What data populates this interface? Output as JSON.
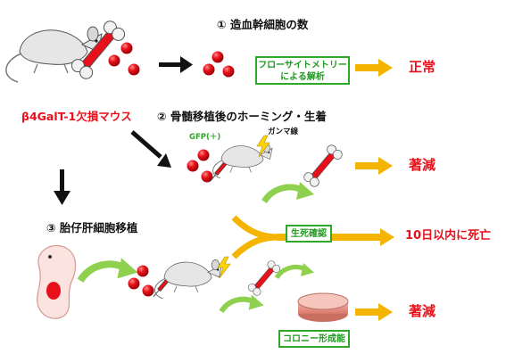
{
  "steps": {
    "step1": "① 造血幹細胞の数",
    "step2": "② 骨髄移植後のホーミング・生着",
    "step3": "③ 胎仔肝細胞移植"
  },
  "mouse_label": "β4GalT-1欠損マウス",
  "flow_box": {
    "line1": "フローサイトメトリー",
    "line2": "による解析"
  },
  "result_normal": "正常",
  "gfp_label": "GFP(＋)",
  "gamma_label": "ガンマ線",
  "result_decrease_1": "著減",
  "survival_box": "生死確認",
  "result_death": "10日以内に死亡",
  "colony_box": "コロニー形成能",
  "result_decrease_2": "著減",
  "icons": {
    "mouse": "mouse-icon",
    "bone": "bone-icon",
    "cells": "red-cell-icon",
    "syringe": "syringe-icon",
    "lightning": "lightning-icon",
    "embryo": "embryo-icon",
    "dish": "petri-dish-icon"
  },
  "colors": {
    "red": "#e8101a",
    "green": "#2fa82a",
    "yellow_arrow": "#f5b400",
    "arrow_green": "#8fd14f"
  }
}
